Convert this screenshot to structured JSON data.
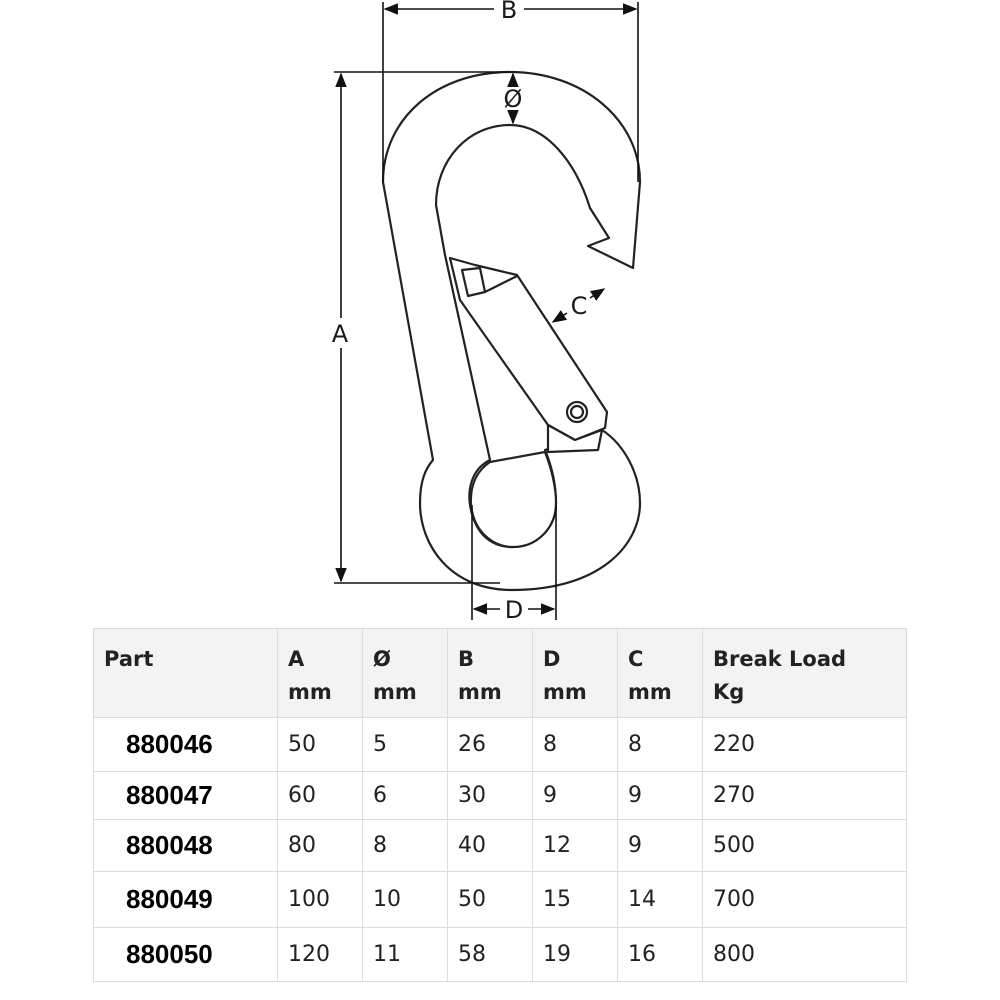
{
  "diagram": {
    "labels": {
      "b": "B",
      "diameter": "Ø",
      "a": "A",
      "c": "C",
      "d": "D"
    }
  },
  "table": {
    "headers": [
      {
        "label": "Part",
        "unit": ""
      },
      {
        "label": "A",
        "unit": "mm"
      },
      {
        "label": "Ø",
        "unit": "mm"
      },
      {
        "label": "B",
        "unit": "mm"
      },
      {
        "label": "D",
        "unit": "mm"
      },
      {
        "label": "C",
        "unit": "mm"
      },
      {
        "label": "Break Load",
        "unit": "Kg"
      }
    ],
    "rows": [
      [
        "880046",
        "50",
        "5",
        "26",
        "8",
        "8",
        "220"
      ],
      [
        "880047",
        "60",
        "6",
        "30",
        "9",
        "9",
        "270"
      ],
      [
        "880048",
        "80",
        "8",
        "40",
        "12",
        "9",
        "500"
      ],
      [
        "880049",
        "100",
        "10",
        "50",
        "15",
        "14",
        "700"
      ],
      [
        "880050",
        "120",
        "11",
        "58",
        "19",
        "16",
        "800"
      ]
    ]
  }
}
